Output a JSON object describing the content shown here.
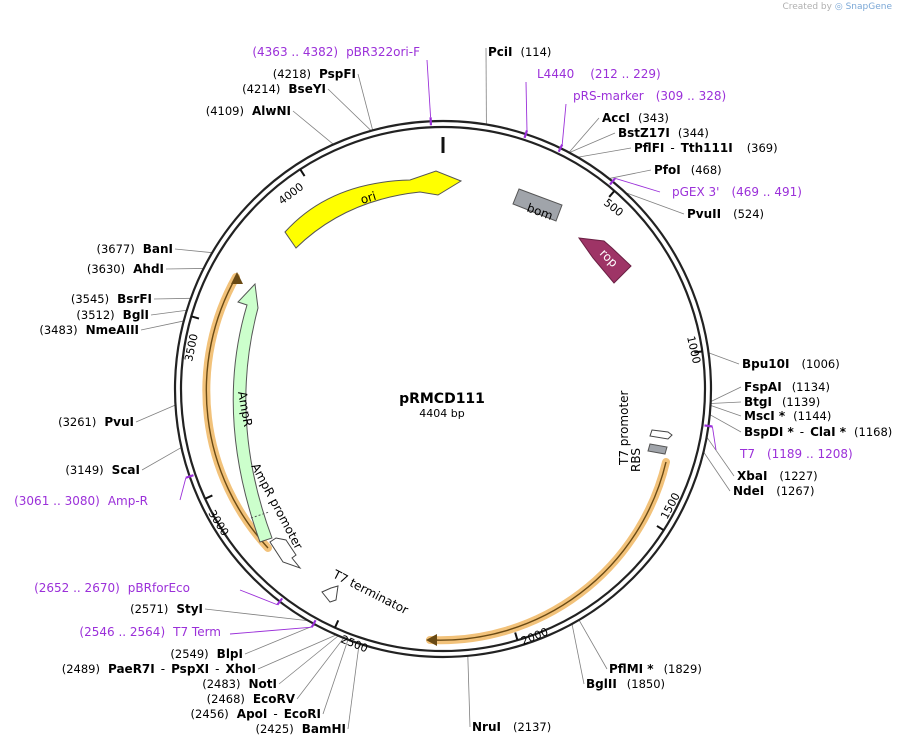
{
  "credit": {
    "prefix": "Created by",
    "brand": "SnapGene"
  },
  "plasmid": {
    "name": "pRMCD111",
    "length_label": "4404 bp"
  },
  "ticks": [
    "500",
    "1000",
    "1500",
    "2000",
    "2500",
    "3000",
    "3500",
    "4000"
  ],
  "features": {
    "ori": "ori",
    "bom": "bom",
    "rop": "rop",
    "t7_promoter": "T7 promoter",
    "rbs": "RBS",
    "ampr": "AmpR",
    "ampr_promoter": "AmpR promoter",
    "t7_terminator": "T7 terminator"
  },
  "sites": [
    {
      "name": "PciI",
      "pos": "(114)"
    },
    {
      "name": "AccI",
      "pos": "(343)"
    },
    {
      "name": "BstZ17I",
      "pos": "(344)"
    },
    {
      "name": "PflFI",
      "joiner": "-",
      "name2": "Tth111I",
      "pos": "(369)"
    },
    {
      "name": "PfoI",
      "pos": "(468)"
    },
    {
      "name": "PvuII",
      "pos": "(524)"
    },
    {
      "name": "Bpu10I",
      "pos": "(1006)"
    },
    {
      "name": "FspAI",
      "pos": "(1134)"
    },
    {
      "name": "BtgI",
      "pos": "(1139)"
    },
    {
      "name": "MscI *",
      "pos": "(1144)"
    },
    {
      "name": "BspDI *",
      "joiner": "-",
      "name2": "ClaI *",
      "pos": "(1168)"
    },
    {
      "name": "XbaI",
      "pos": "(1227)"
    },
    {
      "name": "NdeI",
      "pos": "(1267)"
    },
    {
      "name": "PflMI *",
      "pos": "(1829)"
    },
    {
      "name": "BglII",
      "pos": "(1850)"
    },
    {
      "name": "NruI",
      "pos": "(2137)"
    },
    {
      "name": "BamHI",
      "pos": "(2425)"
    },
    {
      "name": "ApoI",
      "joiner": "-",
      "name2": "EcoRI",
      "pos": "(2456)"
    },
    {
      "name": "EcoRV",
      "pos": "(2468)"
    },
    {
      "name": "NotI",
      "pos": "(2483)"
    },
    {
      "name": "PaeR7I",
      "joiner": "-",
      "name2": "PspXI",
      "joiner2": "-",
      "name3": "XhoI",
      "pos": "(2489)"
    },
    {
      "name": "BlpI",
      "pos": "(2549)"
    },
    {
      "name": "StyI",
      "pos": "(2571)"
    },
    {
      "name": "ScaI",
      "pos": "(3149)"
    },
    {
      "name": "PvuI",
      "pos": "(3261)"
    },
    {
      "name": "NmeAIII",
      "pos": "(3483)"
    },
    {
      "name": "BglI",
      "pos": "(3512)"
    },
    {
      "name": "BsrFI",
      "pos": "(3545)"
    },
    {
      "name": "AhdI",
      "pos": "(3630)"
    },
    {
      "name": "BanI",
      "pos": "(3677)"
    },
    {
      "name": "AlwNI",
      "pos": "(4109)"
    },
    {
      "name": "BseYI",
      "pos": "(4214)"
    },
    {
      "name": "PspFI",
      "pos": "(4218)"
    }
  ],
  "primers": [
    {
      "name": "pBR322ori-F",
      "range": "(4363 .. 4382)"
    },
    {
      "name": "L4440",
      "range": "(212 .. 229)"
    },
    {
      "name": "pRS-marker",
      "range": "(309 .. 328)"
    },
    {
      "name": "pGEX 3'",
      "range": "(469 .. 491)"
    },
    {
      "name": "T7",
      "range": "(1189 .. 1208)"
    },
    {
      "name": "Amp-R",
      "range": "(3061 .. 3080)"
    },
    {
      "name": "pBRforEco",
      "range": "(2652 .. 2670)"
    },
    {
      "name": "T7 Term",
      "range": "(2546 .. 2564)"
    }
  ],
  "colors": {
    "backbone": "#222222",
    "primer": "#9b30d9",
    "ori": "#ffff00",
    "bom": "#a0a4aa",
    "rop": "#9e3466",
    "ampr": "#ccffcc",
    "orf": "#f2c27a",
    "leader": "#808080"
  }
}
